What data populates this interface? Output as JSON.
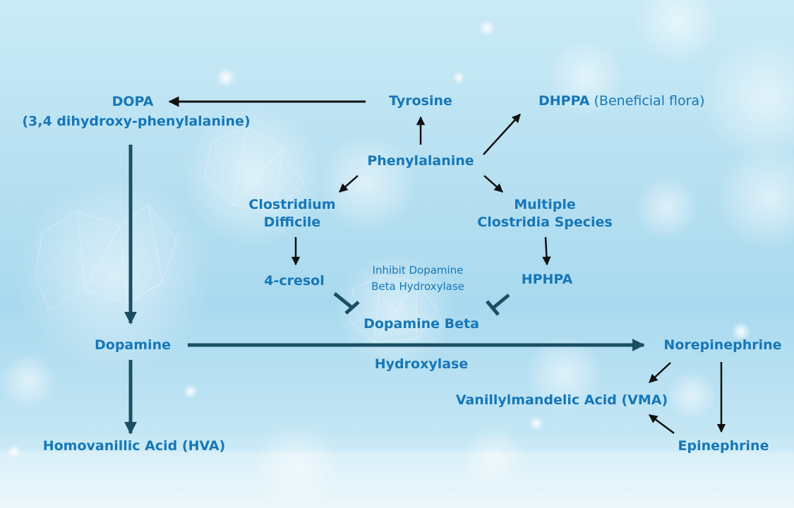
{
  "nodes": {
    "dopa": "DOPA",
    "dopa_full": "(3,4 dihydroxy-phenylalanine)",
    "tyrosine": "Tyrosine",
    "dhppa": "DHPPA",
    "dhppa_note": " (Beneficial flora)",
    "phenylalanine": "Phenylalanine",
    "clostridium_1": "Clostridium",
    "clostridium_2": "Difficile",
    "multiple_1": "Multiple",
    "multiple_2": "Clostridia Species",
    "cresol": "4-cresol",
    "hphpa": "HPHPA",
    "inhibit_1": "Inhibit Dopamine",
    "inhibit_2": "Beta Hydroxylase",
    "dbh_1": "Dopamine Beta",
    "dbh_2": "Hydroxylase",
    "dopamine": "Dopamine",
    "norepinephrine": "Norepinephrine",
    "vma": "Vanillylmandelic Acid (VMA)",
    "hva": "Homovanillic Acid (HVA)",
    "epinephrine": "Epinephrine"
  },
  "colors": {
    "label": "#1677b8",
    "arrow_dark": "#1b4f63",
    "arrow_black": "#111111",
    "inhibitor": "#1b4f63"
  }
}
